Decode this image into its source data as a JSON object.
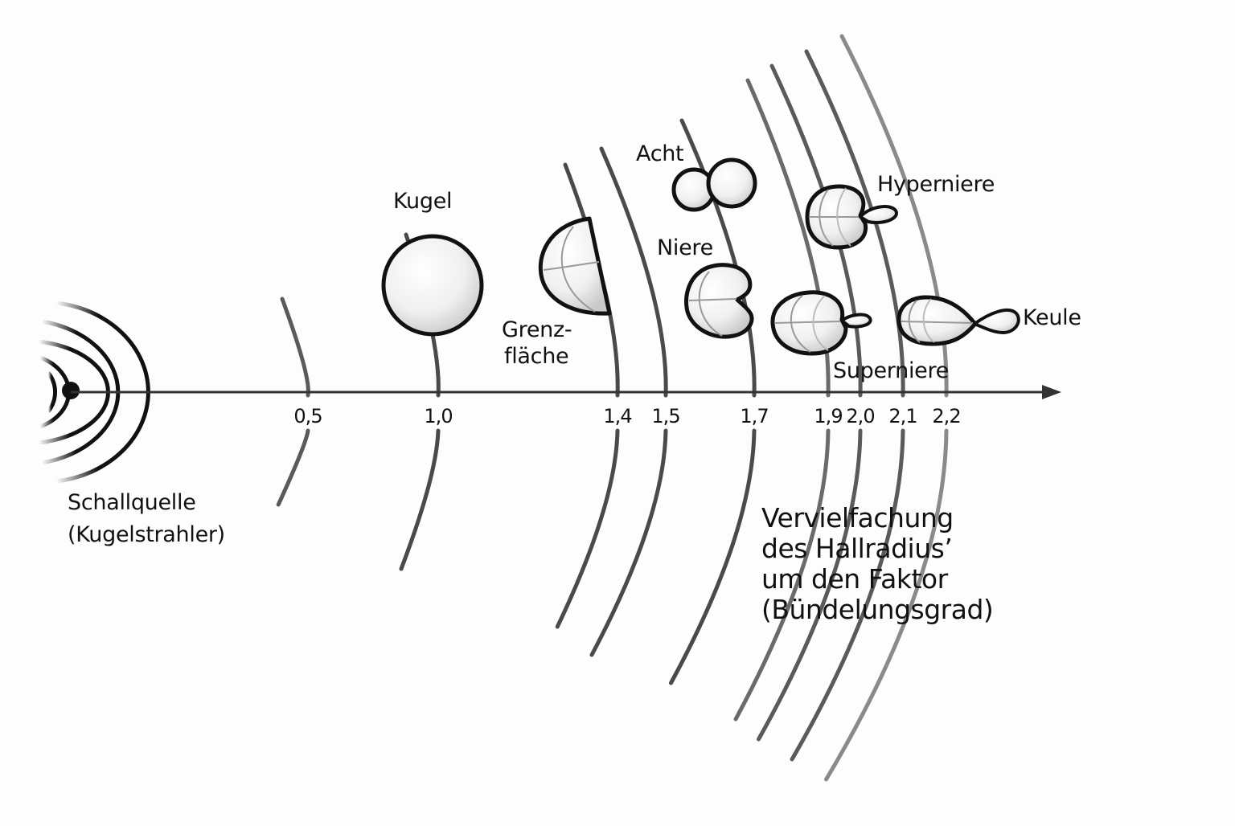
{
  "diagram": {
    "title_block": {
      "line1": "Vervielfachung",
      "line2": "des Hallradius’",
      "line3": "um den Faktor",
      "line4": "(Bündelungsgrad)"
    },
    "source": {
      "line1": "Schallquelle",
      "line2": "(Kugelstrahler)"
    },
    "axis": {
      "ticks": [
        {
          "value": 0.5,
          "label": "0,5"
        },
        {
          "value": 1.0,
          "label": "1,0"
        },
        {
          "value": 1.4,
          "label": "1,4"
        },
        {
          "value": 1.5,
          "label": "1,5"
        },
        {
          "value": 1.7,
          "label": "1,7"
        },
        {
          "value": 1.9,
          "label": "1,9"
        },
        {
          "value": 2.0,
          "label": "2,0"
        },
        {
          "value": 2.1,
          "label": "2,1"
        },
        {
          "value": 2.2,
          "label": "2,2"
        }
      ]
    },
    "patterns": [
      {
        "id": "kugel",
        "label": "Kugel",
        "factor": 1.0
      },
      {
        "id": "grenzflaeche",
        "label_line1": "Grenz-",
        "label_line2": "fläche",
        "factor": 1.4
      },
      {
        "id": "acht",
        "label": "Acht",
        "factor": 1.7
      },
      {
        "id": "niere",
        "label": "Niere",
        "factor": 1.7
      },
      {
        "id": "superniere",
        "label": "Superniere",
        "factor": 1.9
      },
      {
        "id": "hyperniere",
        "label": "Hyperniere",
        "factor": 2.0
      },
      {
        "id": "keule",
        "label": "Keule",
        "factor": 2.2
      }
    ],
    "colors": {
      "ink": "#111111",
      "arc": "#555555",
      "arc_light": "#9a9a9a",
      "shape_fill": "#f2f2f2",
      "background": "#fdfdfd"
    }
  }
}
